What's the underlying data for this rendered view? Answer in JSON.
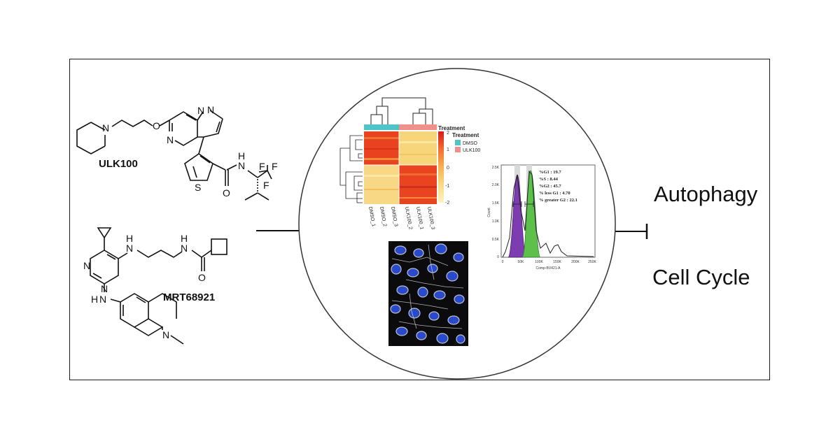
{
  "compounds": {
    "ulk100": {
      "label": "ULK100",
      "atoms": {
        "n_pip": "N",
        "o": "O",
        "n_pz1": "N",
        "n_pz2": "N",
        "n_pm": "N",
        "s": "S",
        "o_amide": "O",
        "nh": "N",
        "h": "H",
        "f1": "F",
        "f2": "F",
        "f3": "F"
      }
    },
    "mrt68921": {
      "label": "MRT68921",
      "atoms": {
        "n_a": "N",
        "h_a": "H",
        "n_b": "N",
        "h_b": "H",
        "o": "O",
        "n1": "N",
        "n2": "N",
        "n_c": "N",
        "h_c": "H",
        "n_thq": "N"
      }
    }
  },
  "outcomes": {
    "autophagy": "Autophagy",
    "cell_cycle": "Cell Cycle"
  },
  "heatmap": {
    "legend_title": "Treatment",
    "col_annotation": "Treatment",
    "groups": [
      "DMSO",
      "ULK100"
    ],
    "group_colors": [
      "#4fc3c8",
      "#f0908a"
    ],
    "scale_ticks": [
      "2",
      "1",
      "0",
      "-1",
      "-2"
    ],
    "sample_labels": [
      "DMSO_1",
      "DMSO_2",
      "DMSO_3",
      "ULK100_2",
      "ULK100_1",
      "ULK100_3"
    ]
  },
  "flow": {
    "stats": [
      "%G1 : 19.7",
      "%S : 8.44",
      "%G2 : 45.7",
      "% less G1 : 4.70",
      "% greater G2 : 22.1"
    ],
    "x_ticks": [
      "0",
      "50K",
      "100K",
      "150K",
      "200K",
      "250K"
    ],
    "y_ticks": [
      "0",
      "0.5K",
      "1.0K",
      "1.5K",
      "2.0K",
      "2.5K"
    ],
    "xlabel": "Comp-BV421-A",
    "ylabel": "Count"
  }
}
